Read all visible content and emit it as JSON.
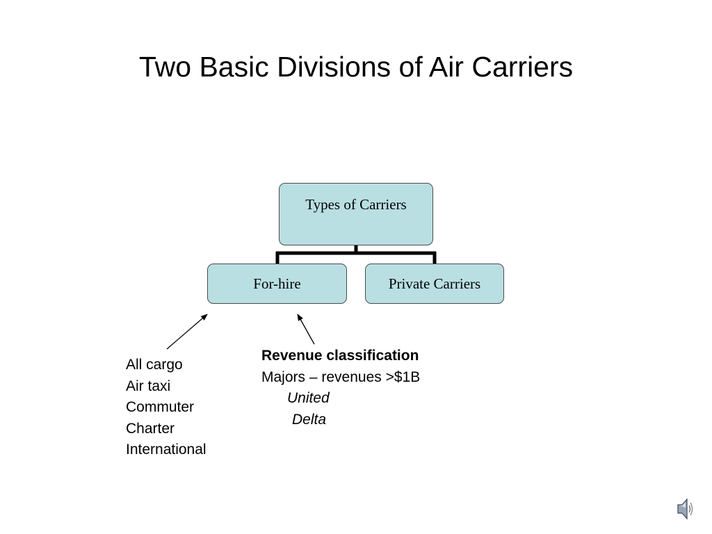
{
  "slide": {
    "title": "Two Basic Divisions of Air Carriers"
  },
  "diagram": {
    "root": "Types of Carriers",
    "children": [
      "For-hire",
      "Private Carriers"
    ]
  },
  "for_hire_types": [
    "All cargo",
    "Air taxi",
    "Commuter",
    "Charter",
    "International"
  ],
  "revenue": {
    "heading": "Revenue classification",
    "line": "Majors – revenues >$1B",
    "examples": [
      "United",
      "Delta"
    ]
  },
  "icons": {
    "audio": "speaker-icon"
  },
  "colors": {
    "node_fill": "#b9dfe2",
    "node_border": "#4a4a4a"
  }
}
